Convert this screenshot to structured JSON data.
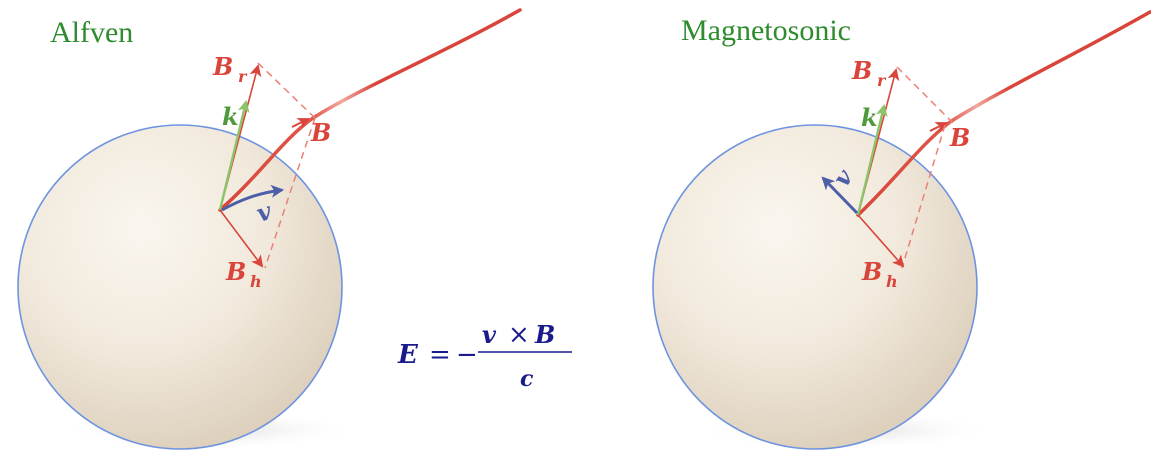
{
  "colors": {
    "title": "#2e8b2e",
    "field": "#d9453a",
    "field_light": "#ee8d82",
    "k_vector": "#8cc46a",
    "v_vector": "#4d5fa8",
    "equation": "#1a1a8c",
    "sphere_outline": "#6d93e0",
    "sphere_fill": "#f1e9dc"
  },
  "panels": [
    {
      "title": "Alfven",
      "labels": {
        "Br_main": "B",
        "Br_sub": "r",
        "k": "k",
        "B": "B",
        "v": "v",
        "Bh_main": "B",
        "Bh_sub": "h"
      }
    },
    {
      "title": "Magnetosonic",
      "labels": {
        "Br_main": "B",
        "Br_sub": "r",
        "k": "k",
        "B": "B",
        "v": "v",
        "Bh_main": "B",
        "Bh_sub": "h"
      }
    }
  ],
  "equation": {
    "lhs": "E",
    "equals": "=",
    "minus": "−",
    "numerator_v": "v",
    "times": "×",
    "numerator_B": "B",
    "denominator": "c"
  }
}
